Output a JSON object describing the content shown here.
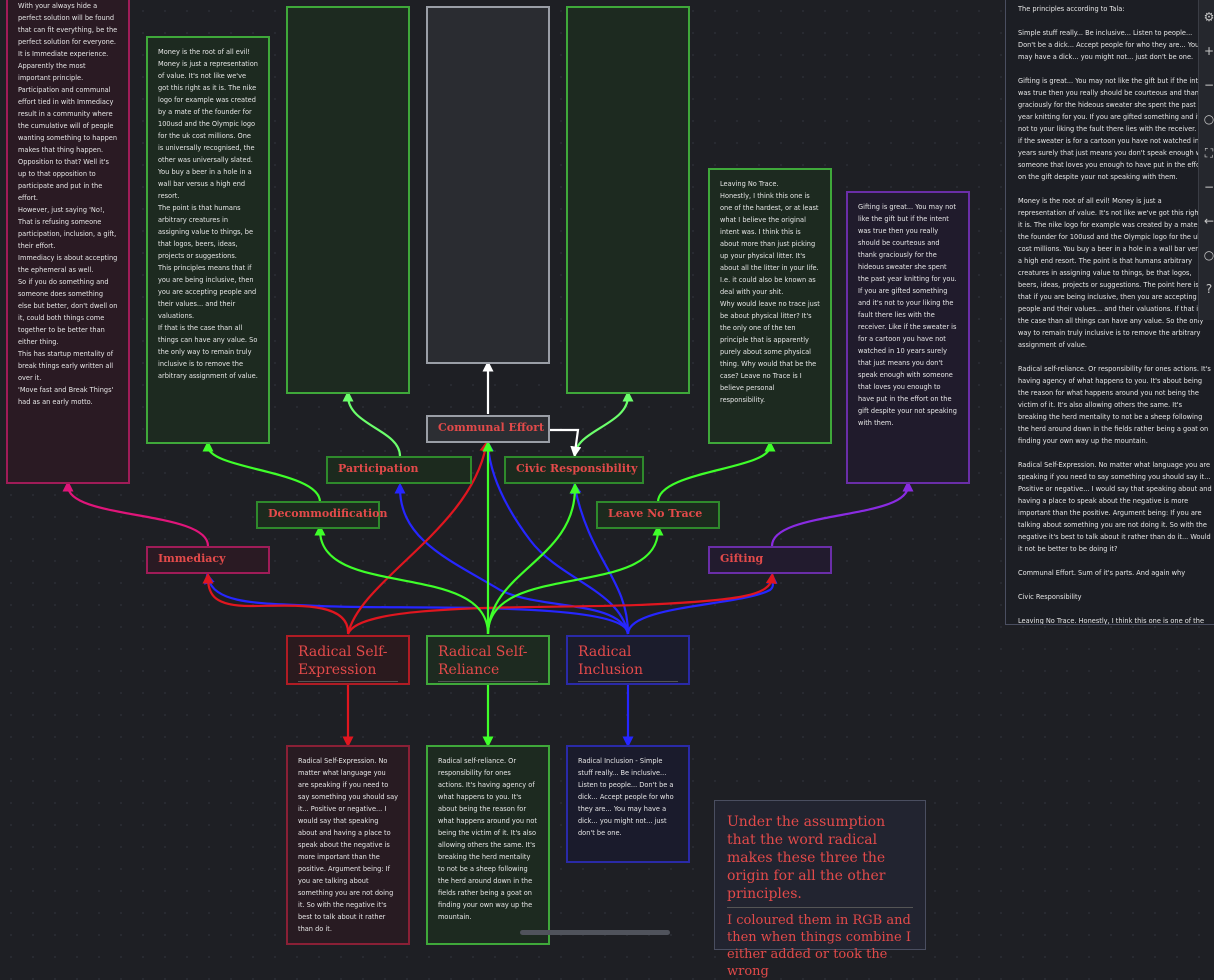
{
  "colors": {
    "red": "#e0161f",
    "green": "#3fff2a",
    "blue": "#2626ff",
    "magenta": "#e0157a",
    "purple": "#8a2be2",
    "white": "#ffffff",
    "lightgreen": "#6cff6c"
  },
  "cards": {
    "immediacy_text": "With your always hide a perfect solution will be found that can fit everything, be the perfect solution for everyone.\nIt is Immediate experience. Apparently the most important principle.\nParticipation and communal effort tied in with Immediacy result in a community where the cumulative will of people wanting something to happen makes that thing happen.\nOpposition to that? Well it's up to that opposition to participate and put in the effort.\nHowever, just saying 'No!, That is refusing someone participation, inclusion, a gift, their effort.\nImmediacy is about accepting the ephemeral as well.\nSo if you do something and someone does something else but better, don't dwell on it, could both things come together to be better than either thing.\nThis has startup mentality of break things early written all over it.\n'Move fast and Break Things' had as an early motto.",
    "decommodification_text": "Money is the root of all evil! Money is just a representation of value. It's not like we've got this right as it is. The nike logo for example was created by a mate of the founder for 100usd and the Olympic logo for the uk cost millions. One is universally recognised, the other was universally slated.\nYou buy a beer in a hole in a wall bar versus a high end resort.\nThe point is that humans arbitrary creatures in assigning value to things, be that logos, beers, ideas, projects or suggestions.\nThis principles means that if you are being inclusive, then you are accepting people and their values... and their valuations.\nIf that is the case than all things can have any value. So the only way to remain truly inclusive is to remove the arbitrary assignment of value.",
    "participation_text": "",
    "communal_text": "",
    "civic_text": "",
    "leave_text": "Leaving No Trace.\nHonestly, I think this one is one of the hardest, or at least what I believe the original intent was. I think this is about more than just picking up your physical litter. It's about all the litter in your life. I.e. it could also be known as deal with your shit.\nWhy would leave no trace just be about physical litter? It's the only one of the ten principle that is apparently purely about some physical thing. Why would that be the case? Leave no Trace is I believe personal responsibility.",
    "gifting_text": "Gifting is great... You may not like the gift but if the intent was true then you really should be courteous and thank graciously for the hideous sweater she spent the past year knitting for you. If you are gifted something and it's not to your liking the fault there lies with the receiver. Like if the sweater is for a cartoon you have not watched in 10 years surely that just means you don't speak enough with someone that loves you enough to have put in the effort on the gift despite your not speaking with them.",
    "selfexp_text": "Radical Self-Expression. No matter what language you are speaking if you need to say something you should say it... Positive or negative... I would say that speaking about and having a place to speak about the negative is more important than the positive. Argument being: If you are talking about something you are not doing it. So with the negative it's best to talk about it rather than do it.",
    "selfrel_text": "Radical self-reliance. Or responsibility for ones actions. It's having agency of what happens to you. It's about being the reason for what happens around you not being the victim of it. It's also allowing others the same. It's breaking the herd mentality to not be a sheep following the herd around down in the fields rather being a goat on finding your own way up the mountain.",
    "inclusion_text": "Radical Inclusion - Simple stuff really... Be inclusive... Listen to people... Don't be a dick... Accept people for who they are... You may have a dick... you might not... just don't be one."
  },
  "labels": {
    "communal": "Communal Effort",
    "participation": "Participation",
    "civic": "Civic Responsibility",
    "decommodification": "Decommodification",
    "leave": "Leave No Trace",
    "immediacy": "Immediacy",
    "gifting": "Gifting"
  },
  "roots": {
    "self_expression": "Radical Self-Expression",
    "self_reliance": "Radical Self-Reliance",
    "inclusion": "Radical Inclusion"
  },
  "note": {
    "p1": "Under the assumption that the word radical makes these three the origin for all the other principles.",
    "p2": "I coloured them in RGB and then when things combine I either added or took the wrong"
  },
  "sidepanel": {
    "text": "The principles according to Tala:\n\nSimple stuff really... Be inclusive... Listen to people... Don't be a dick... Accept people for who they are... You may have a dick... you might not... just don't be one.\n\nGifting is great... You may not like the gift but if the intent was true then you really should be courteous and thank graciously for the hideous sweater she spent the past year knitting for you. If you are gifted something and it's not to your liking the fault there lies with the receiver. Like if the sweater is for a cartoon you have not watched in 10 years surely that just means you don't speak enough with someone that loves you enough to have put in the effort on the gift despite your not speaking with them.\n\nMoney is the root of all evil! Money is just a representation of value. It's not like we've got this right as it is. The nike logo for example was created by a mate of the founder for 100usd and the Olympic logo for the uk cost millions. You buy a beer in a hole in a wall bar versus a high end resort. The point is that humans arbitrary creatures in assigning value to things, be that logos, beers, ideas, projects or suggestions. The point here is that if you are being inclusive, then you are accepting people and their values... and their valuations. If that is the case than all things can have any value. So the only way to remain truly inclusive is to remove the arbitrary assignment of value.\n\nRadical self-reliance. Or responsibility for ones actions. It's having agency of what happens to you. It's about being the reason for what happens around you not being the victim of it. It's also allowing others the same. It's breaking the herd mentality to not be a sheep following the herd around down in the fields rather being a goat on finding your own way up the mountain.\n\nRadical Self-Expression. No matter what language you are speaking if you need to say something you should say it... Positive or negative... I would say that speaking about and having a place to speak about the negative is more important than the positive. Argument being: If you are talking about something you are not doing it. So with the negative it's best to talk about it rather than do it... Would it not be better to be doing it?\n\nCommunal Effort. Sum of it's parts. And again why\n\nCivic Responsibility\n\nLeaving No Trace. Honestly, I think this one is one of the hardest, or at least what I believe the original intent was. I think this is about more than just picking up your physical litter. It's about all the litter in your life. I.e. it could also be known as deal with your shit. Why would leave no trace just be about physical litter? It's the only one of the ten principle that is apparently purely about some physical thing. Why would that be the case? Leave no Trace is I believe personal responsibility.\n\nParticipation\n\nImmediacy\n\nRadical: why do these three have radical in their names?"
  },
  "toolbar": [
    "settings-icon",
    "plus-icon",
    "minus-icon",
    "search-icon",
    "fit-icon",
    "zoom-out-icon",
    "back-icon",
    "find-icon",
    "help-icon"
  ]
}
